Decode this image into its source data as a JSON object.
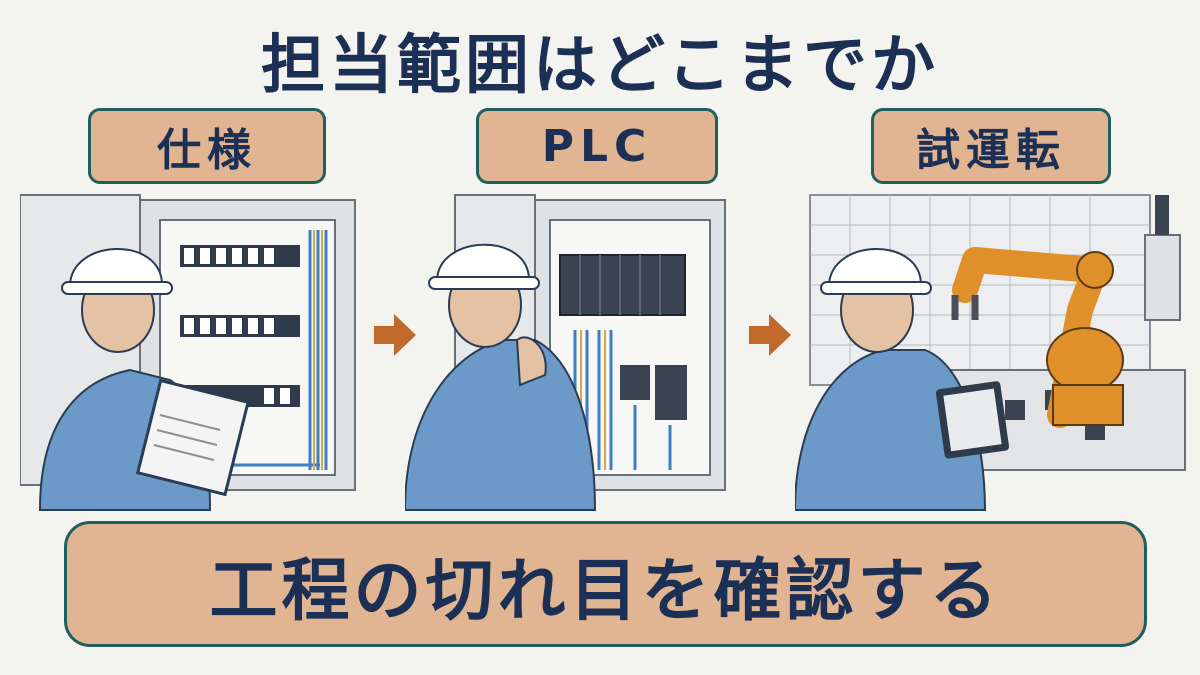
{
  "title": "担当範囲はどこまでか",
  "stages": [
    {
      "label": "仕様",
      "scene_icon": "worker-clipboard-control-panel-icon"
    },
    {
      "label": "PLC",
      "scene_icon": "worker-thinking-plc-panel-icon"
    },
    {
      "label": "試運転",
      "scene_icon": "worker-tablet-robot-arm-icon"
    }
  ],
  "arrow_icon": "arrow-right-icon",
  "bottom_banner": "工程の切れ目を確認する",
  "colors": {
    "background": "#f3f3ef",
    "label_fill": "#e1b592",
    "label_border": "#1f5f5e",
    "text": "#1c2f55",
    "arrow": "#c0692b",
    "uniform": "#6b9ac8",
    "robot": "#e0902b"
  }
}
